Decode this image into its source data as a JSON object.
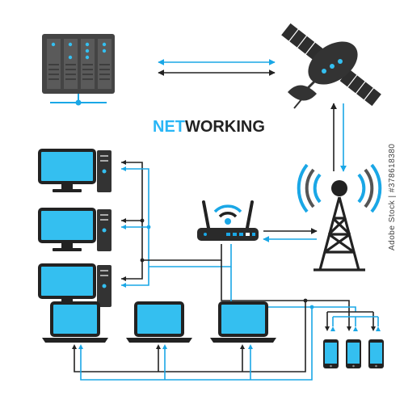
{
  "title": {
    "part1": "NET",
    "part2": "WORKING"
  },
  "colors": {
    "blue": "#1aa7e6",
    "screen": "#34bff0",
    "dark": "#222222",
    "body": "#444444",
    "accent": "#29b6f6",
    "bg": "#ffffff"
  },
  "watermark": {
    "text": "Adobe Stock | #378618380"
  },
  "devices": [
    {
      "icon": "server-rack-icon"
    },
    {
      "icon": "satellite-icon"
    },
    {
      "icon": "cell-tower-icon"
    },
    {
      "icon": "wifi-router-icon"
    },
    {
      "icon": "desktop-computer-icon"
    },
    {
      "icon": "laptop-icon"
    },
    {
      "icon": "smartphone-icon"
    }
  ]
}
